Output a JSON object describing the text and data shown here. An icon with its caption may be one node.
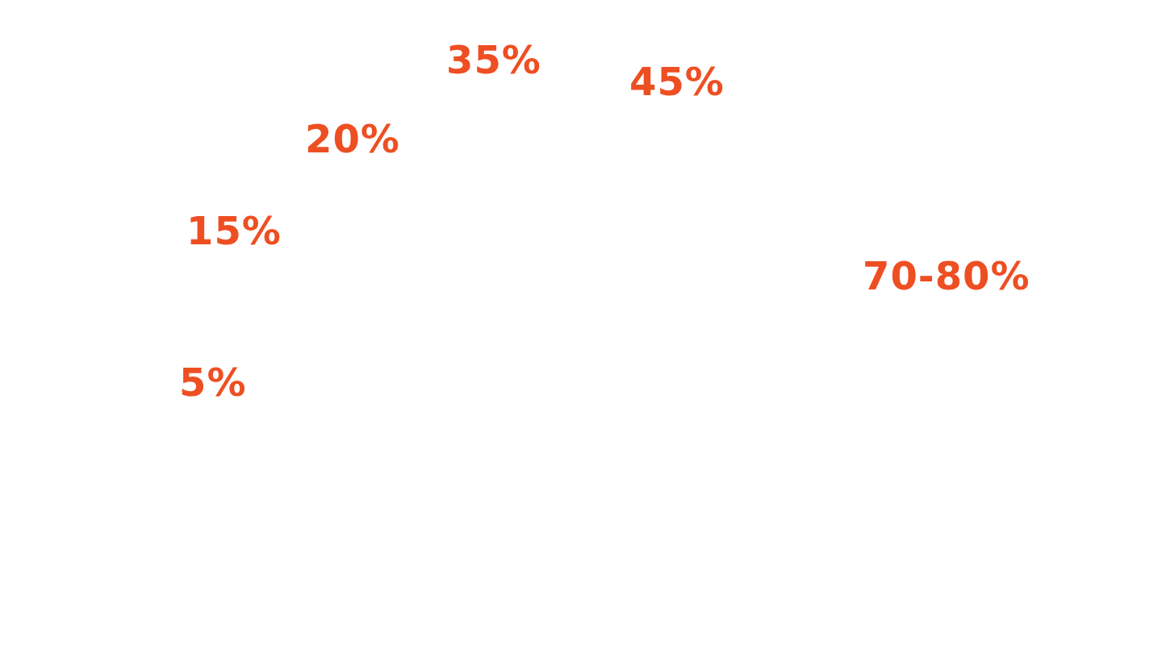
{
  "diagram": {
    "labels": [
      "35%",
      "45%",
      "20%",
      "15%",
      "70-80%",
      "5%"
    ]
  }
}
